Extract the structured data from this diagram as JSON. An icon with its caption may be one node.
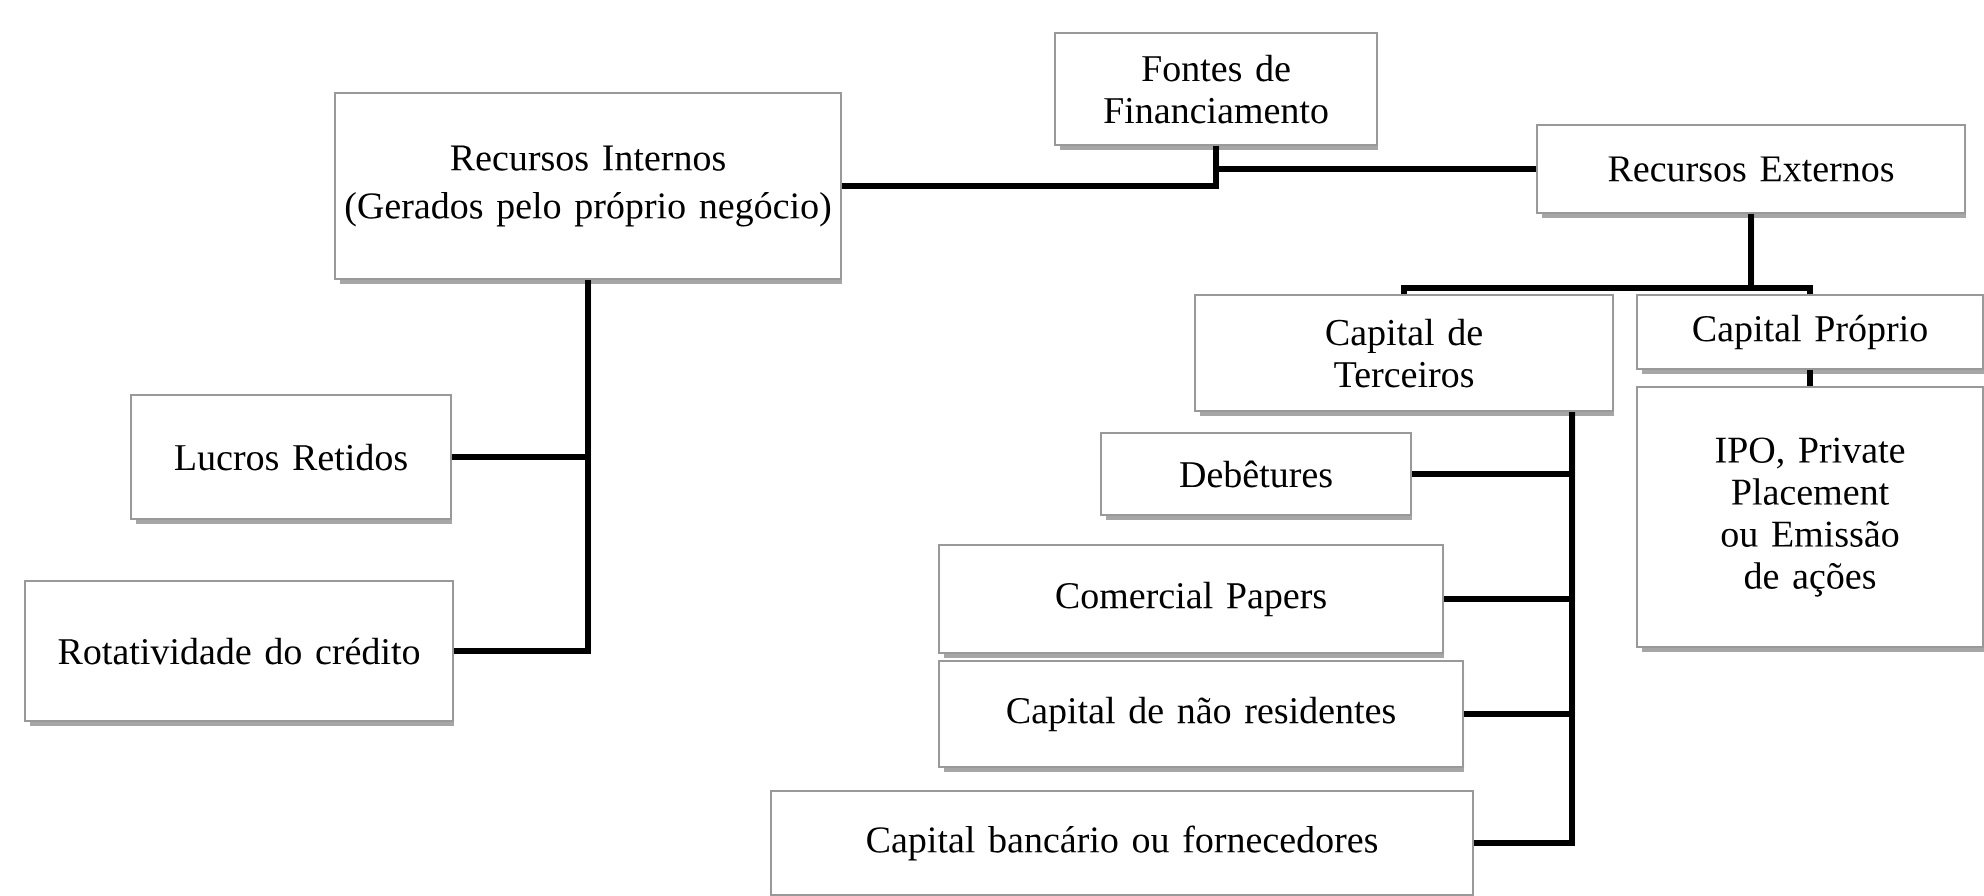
{
  "diagram": {
    "nodes": [
      {
        "text": [
          "Fontes de Financiamento"
        ]
      },
      {
        "text": [
          "Recursos Internos",
          "(Gerados pelo próprio negócio)"
        ]
      },
      {
        "text": [
          "Recursos Externos"
        ]
      },
      {
        "text": [
          "Capital de Terceiros"
        ]
      },
      {
        "text": [
          "Capital Próprio"
        ]
      },
      {
        "text": [
          "Lucros Retidos"
        ]
      },
      {
        "text": [
          "Rotatividade do crédito"
        ]
      },
      {
        "text": [
          "Debêtures"
        ]
      },
      {
        "text": [
          "IPO, Private Placement ou Emissão de ações"
        ]
      },
      {
        "text": [
          "Comercial Papers"
        ]
      },
      {
        "text": [
          "Capital de não residentes"
        ]
      },
      {
        "text": [
          "Capital bancário ou fornecedores"
        ]
      }
    ],
    "edges": [
      {
        "from": 0,
        "to": 1,
        "arrow": "none"
      },
      {
        "from": 0,
        "to": 2,
        "arrow": "none"
      },
      {
        "from": 2,
        "to": 3,
        "arrow": "none"
      },
      {
        "from": 2,
        "to": 4,
        "arrow": "none"
      },
      {
        "from": 4,
        "to": 8,
        "arrow": "none"
      },
      {
        "from": 1,
        "to": 5,
        "arrow": "none"
      },
      {
        "from": 1,
        "to": 6,
        "arrow": "none"
      },
      {
        "from": 3,
        "to": 7,
        "arrow": "none"
      },
      {
        "from": 3,
        "to": 9,
        "arrow": "none"
      },
      {
        "from": 3,
        "to": 10,
        "arrow": "none"
      },
      {
        "from": 3,
        "to": 11,
        "arrow": "none"
      }
    ]
  }
}
